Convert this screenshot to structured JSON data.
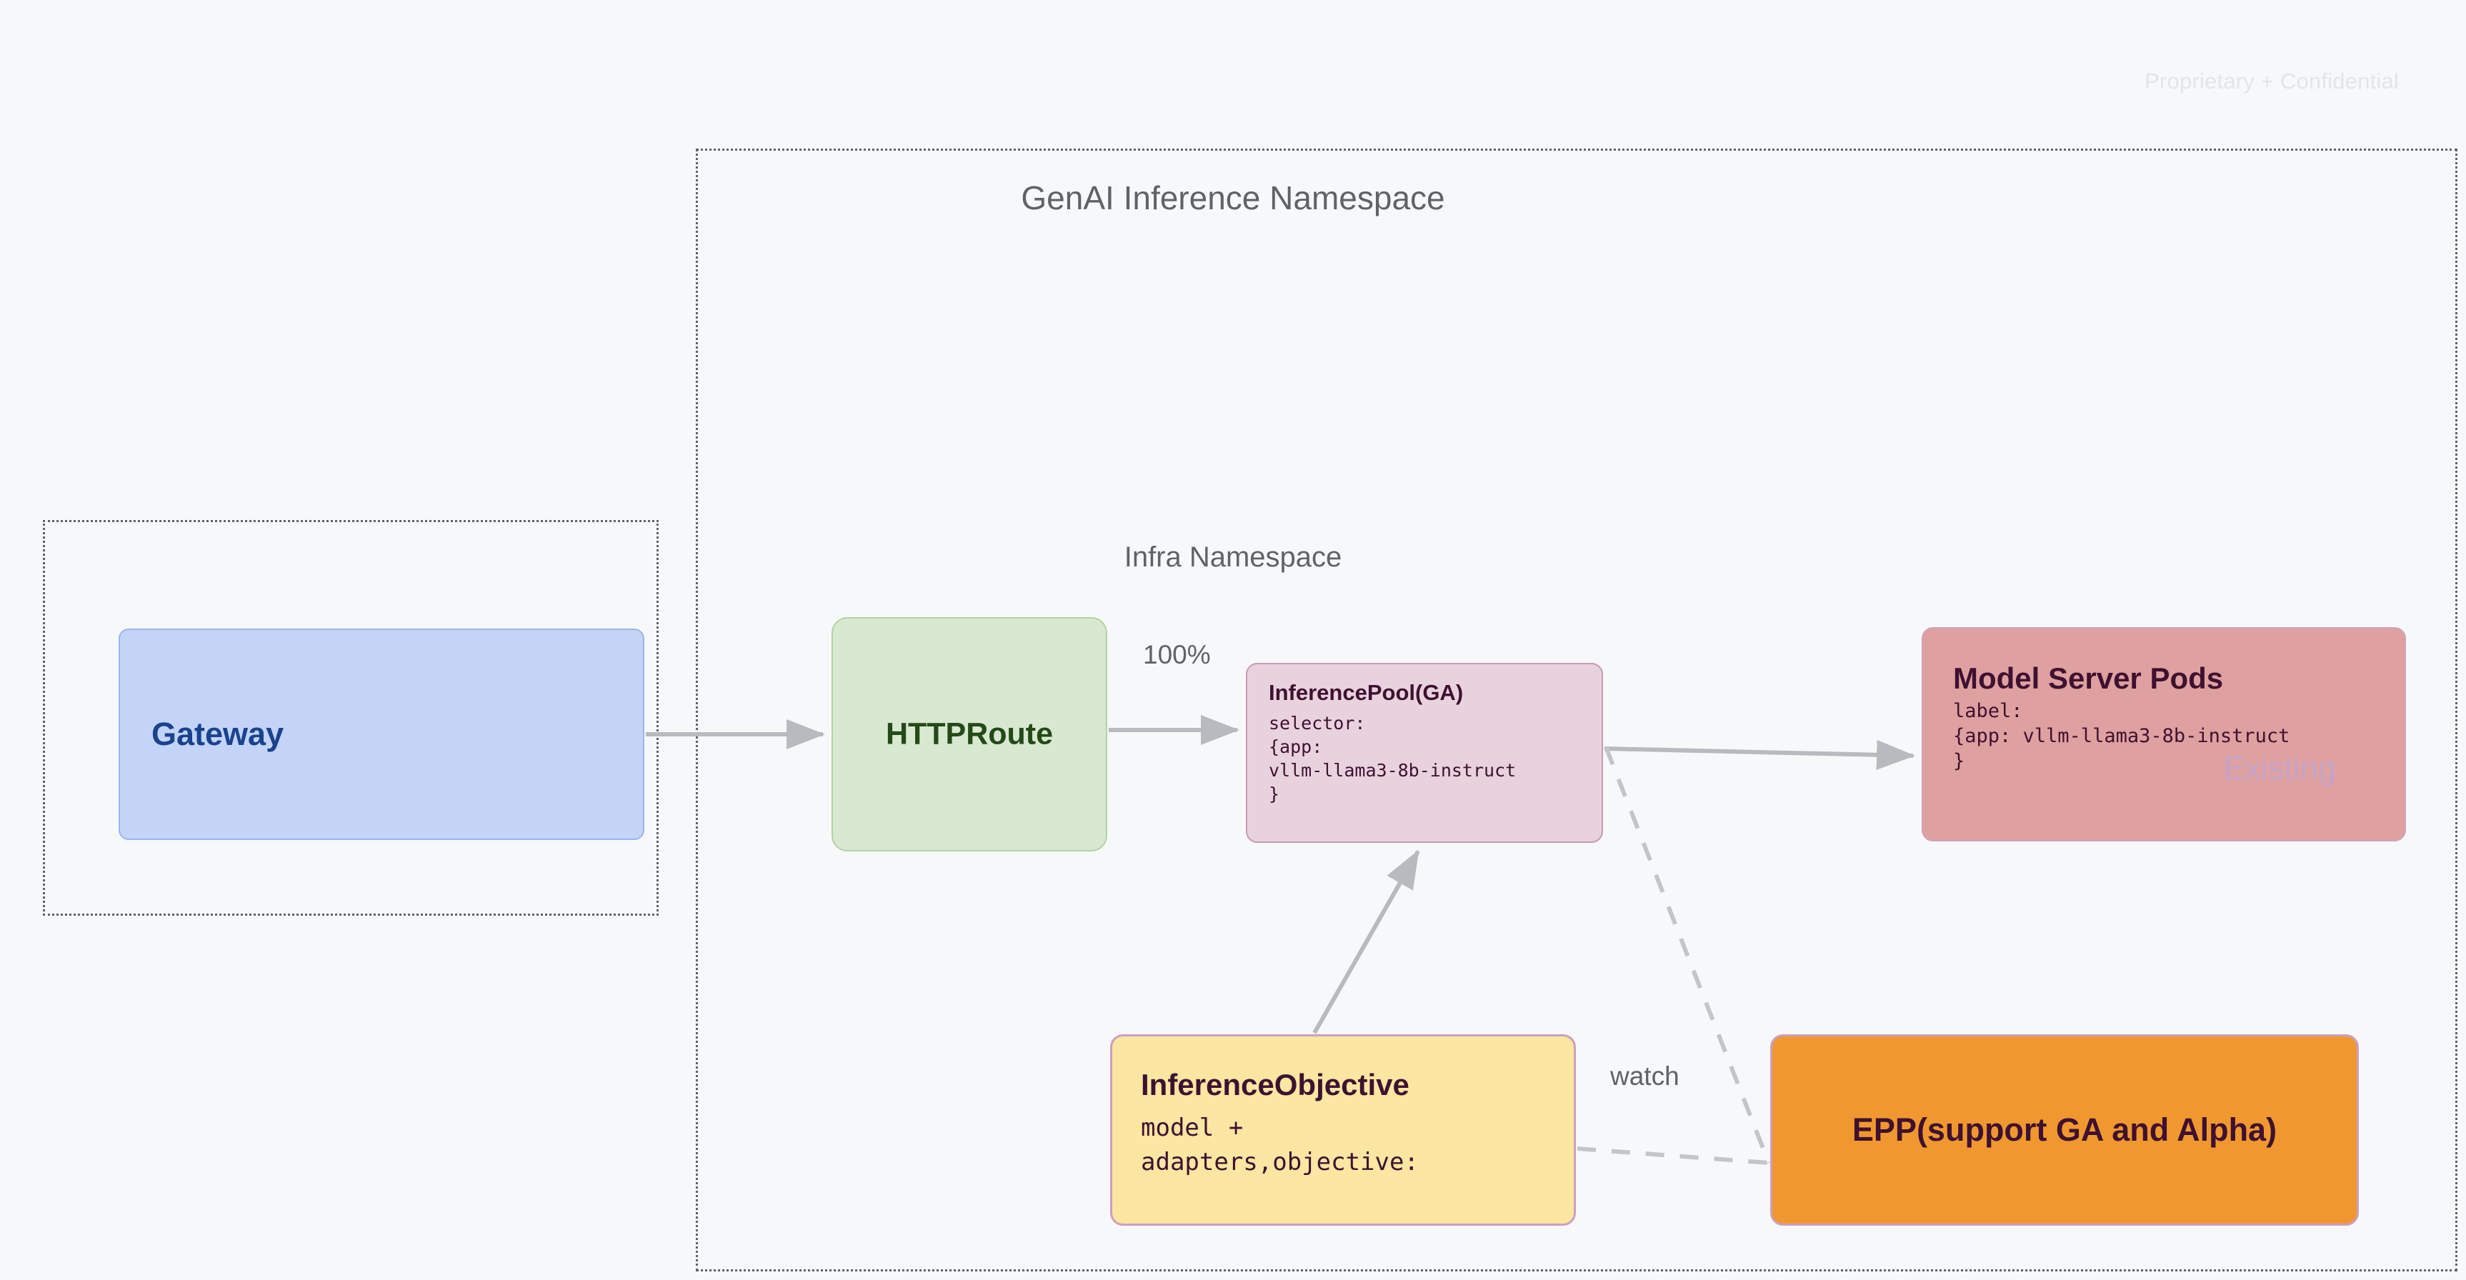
{
  "watermark": "Proprietary + Confidential",
  "namespaces": [
    {
      "id": "genai",
      "title": "GenAI Inference Namespace"
    },
    {
      "id": "infra",
      "title": "Infra Namespace"
    }
  ],
  "nodes": {
    "gateway": {
      "title": "Gateway",
      "fill": "#c3d4f7",
      "text_color": "#19438f"
    },
    "httproute": {
      "title": "HTTPRoute",
      "fill": "#d9e8d1",
      "text_color": "#234a17"
    },
    "inferencepool": {
      "title": "InferencePool(GA)",
      "sub": "selector:\n{app:\nvllm-llama3-8b-instruct\n}",
      "fill": "#e8d2de",
      "text_color": "#3f1130"
    },
    "modelserver": {
      "title": "Model Server Pods",
      "sub": "label:\n{app: vllm-llama3-8b-instruct\n}",
      "badge": "Existing",
      "fill": "#dfa0a0",
      "text_color": "#3f1130",
      "badge_color": "#c5a3c9"
    },
    "inferenceobjective": {
      "title": "InferenceObjective",
      "sub": "model +\nadapters,objective:",
      "fill": "#fbe6a2",
      "text_color": "#3f1130"
    },
    "epp": {
      "title": "EPP(support GA and Alpha)",
      "fill": "#f0982f",
      "text_color": "#3f1130"
    }
  },
  "edges": {
    "gateway_to_httproute": "",
    "httproute_to_pool": "100%",
    "pool_to_modelserver": "",
    "objective_to_pool": "",
    "objective_to_epp": "watch",
    "pool_to_epp": ""
  },
  "colors": {
    "background": "#f7f8fa",
    "namespace_border": "#5f6368",
    "edge": "#b0b3b8",
    "watermark": "#e3e5e8"
  }
}
